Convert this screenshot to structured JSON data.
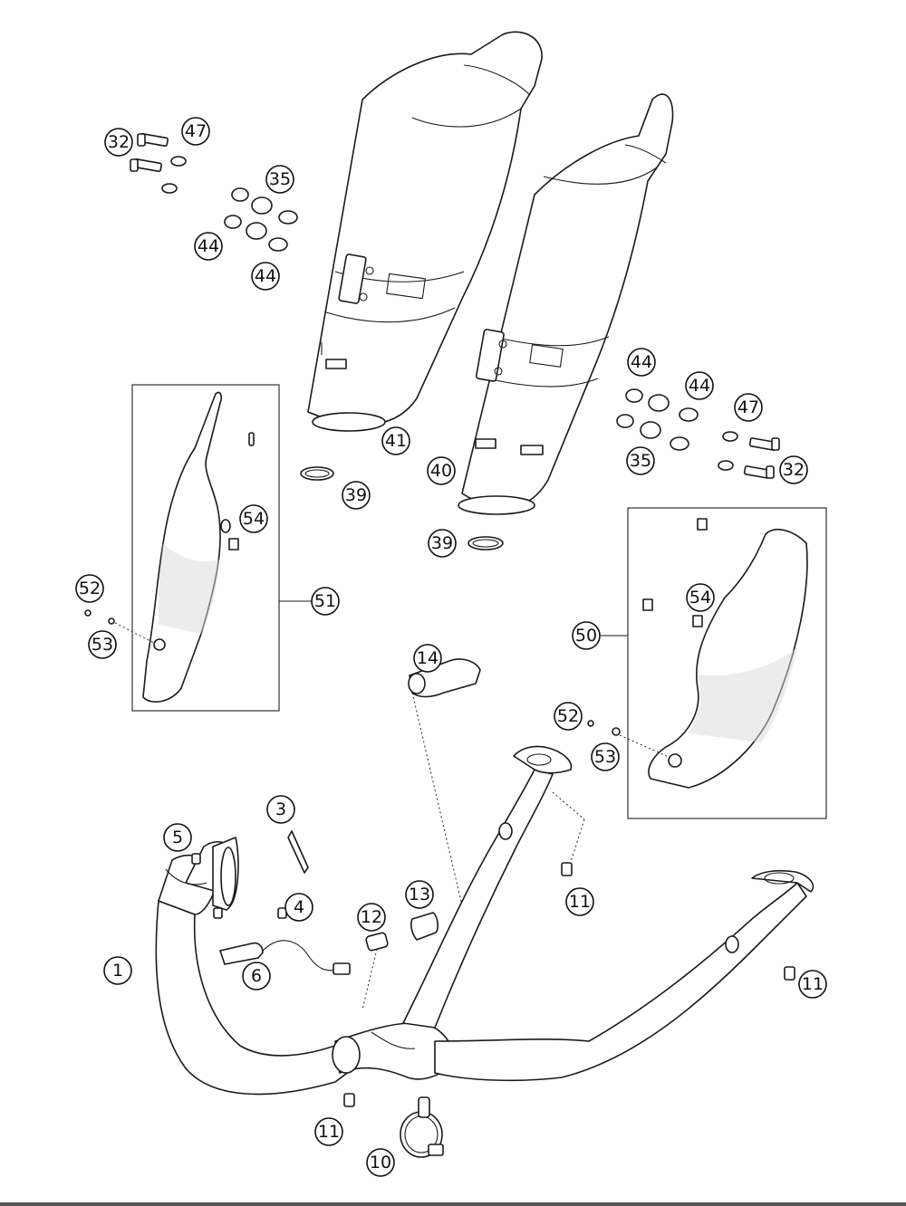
{
  "callouts": [
    {
      "id": "c32a",
      "label": "32"
    },
    {
      "id": "c47a",
      "label": "47"
    },
    {
      "id": "c35a",
      "label": "35"
    },
    {
      "id": "c44a",
      "label": "44"
    },
    {
      "id": "c44b",
      "label": "44"
    },
    {
      "id": "c41",
      "label": "41"
    },
    {
      "id": "c40",
      "label": "40"
    },
    {
      "id": "c39a",
      "label": "39"
    },
    {
      "id": "c39b",
      "label": "39"
    },
    {
      "id": "c54a",
      "label": "54"
    },
    {
      "id": "c52a",
      "label": "52"
    },
    {
      "id": "c53a",
      "label": "53"
    },
    {
      "id": "c51",
      "label": "51"
    },
    {
      "id": "c44c",
      "label": "44"
    },
    {
      "id": "c44d",
      "label": "44"
    },
    {
      "id": "c47b",
      "label": "47"
    },
    {
      "id": "c35b",
      "label": "35"
    },
    {
      "id": "c32b",
      "label": "32"
    },
    {
      "id": "c54b",
      "label": "54"
    },
    {
      "id": "c50",
      "label": "50"
    },
    {
      "id": "c14",
      "label": "14"
    },
    {
      "id": "c52b",
      "label": "52"
    },
    {
      "id": "c53b",
      "label": "53"
    },
    {
      "id": "c3",
      "label": "3"
    },
    {
      "id": "c5",
      "label": "5"
    },
    {
      "id": "c4",
      "label": "4"
    },
    {
      "id": "c13",
      "label": "13"
    },
    {
      "id": "c12",
      "label": "12"
    },
    {
      "id": "c11a",
      "label": "11"
    },
    {
      "id": "c1",
      "label": "1"
    },
    {
      "id": "c6",
      "label": "6"
    },
    {
      "id": "c11b",
      "label": "11"
    },
    {
      "id": "c11c",
      "label": "11"
    },
    {
      "id": "c10",
      "label": "10"
    }
  ]
}
